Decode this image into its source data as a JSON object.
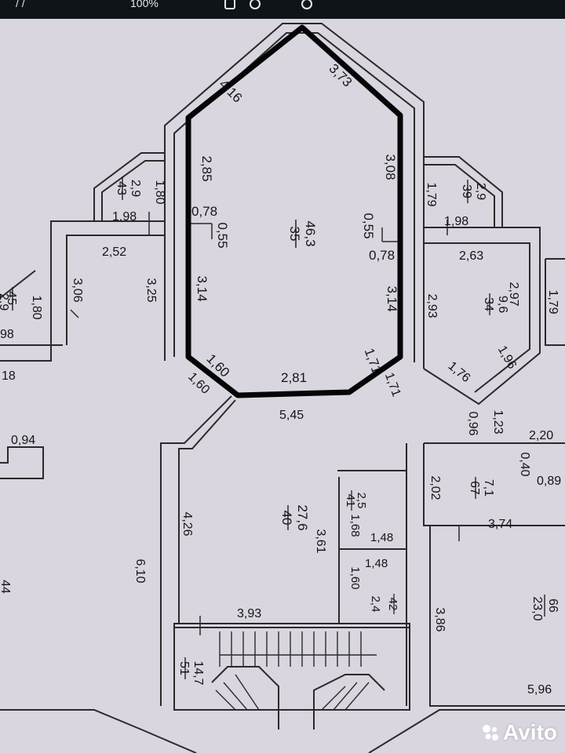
{
  "status_bar": {
    "zoom_text": "100%",
    "time_text": "/ /"
  },
  "watermark": {
    "brand": "Avito"
  },
  "main_hall": {
    "room_number": "35",
    "area": "46,3",
    "dims": {
      "top_left": "4,16",
      "top_right": "3,73",
      "left_upper": "2,85",
      "right_upper": "3,08",
      "left_notch": "0,78",
      "left_notch_v": "0,55",
      "right_notch_v": "0,55",
      "right_notch": "0,78",
      "left_lower": "3,14",
      "right_lower": "3,14",
      "bottom_left": "1,60",
      "bottom": "2,81",
      "bottom_right": "1,71"
    }
  },
  "rooms": {
    "r43": {
      "number": "43",
      "area": "2,9"
    },
    "r39": {
      "number": "39",
      "area": "2,9"
    },
    "r45": {
      "number": "45",
      "area": "2,9"
    },
    "r34": {
      "number": "34",
      "area": "9,6"
    },
    "r40": {
      "number": "40",
      "area": "27,6"
    },
    "r41": {
      "number": "41",
      "area": "2,5"
    },
    "r42": {
      "number": "42",
      "area": "2,4"
    },
    "r67": {
      "number": "67",
      "area": "7,1"
    },
    "r66": {
      "number": "66",
      "area": "23,0"
    },
    "r51": {
      "number": "51",
      "area": "14,7"
    }
  },
  "dimensions": {
    "d_1_80_a": "1,80",
    "d_1_98_a": "1,98",
    "d_2_52": "2,52",
    "d_3_06": "3,06",
    "d_1_80_b": "1,80",
    "d_98": "98",
    "d_18": "18",
    "d_3_25": "3,25",
    "d_1_79_a": "1,79",
    "d_1_98_b": "1,98",
    "d_2_63": "2,63",
    "d_2_97": "2,97",
    "d_1_79_b": "1,79",
    "d_2_93": "2,93",
    "d_1_96": "1,96",
    "d_1_76": "1,76",
    "d_1_71_outer": "1,71",
    "d_1_60_outer": "1,60",
    "d_5_45": "5,45",
    "d_0_94": "0,94",
    "d_0_96": "0,96",
    "d_1_23": "1,23",
    "d_2_20": "2,20",
    "d_0_40": "0,40",
    "d_0_89": "0,89",
    "d_2_02": "2,02",
    "d_3_74": "3,74",
    "d_4_26": "4,26",
    "d_6_10": "6,10",
    "d_3_61": "3,61",
    "d_1_68": "1,68",
    "d_1_48_a": "1,48",
    "d_1_48_b": "1,48",
    "d_1_60_b": "1,60",
    "d_3_93": "3,93",
    "d_3_86": "3,86",
    "d_5_96": "5,96",
    "d_44": "44"
  },
  "colors": {
    "paper": "#d9d6df",
    "ink": "#151515",
    "highlight": "#050505"
  }
}
